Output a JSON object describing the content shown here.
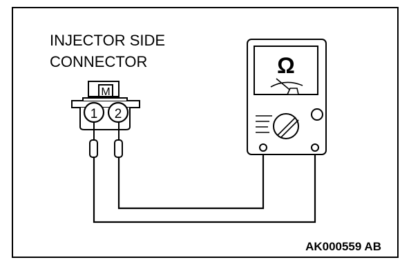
{
  "title_line1": "INJECTOR SIDE",
  "title_line2": "CONNECTOR",
  "connector_mark": "M",
  "pin1": "1",
  "pin2": "2",
  "meter_symbol": "Ω",
  "code": "AK000559 AB"
}
